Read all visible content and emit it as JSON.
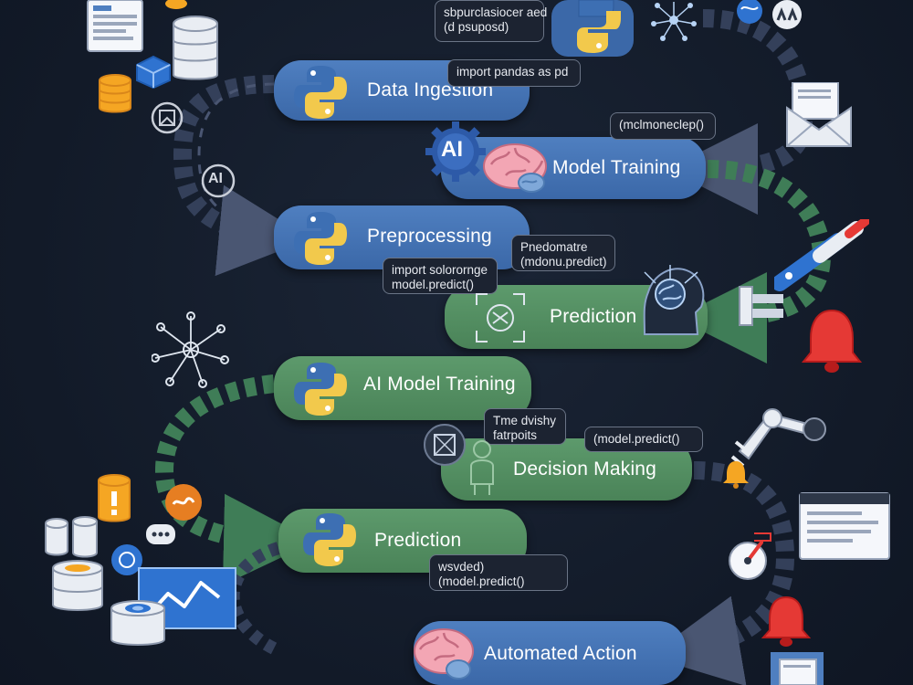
{
  "stages": [
    {
      "id": "data-ingestion",
      "label": "Data Ingestion",
      "color": "blue"
    },
    {
      "id": "model-training",
      "label": "Model Training",
      "color": "blue"
    },
    {
      "id": "preprocessing",
      "label": "Preprocessing",
      "color": "blue"
    },
    {
      "id": "prediction-1",
      "label": "Prediction",
      "color": "green"
    },
    {
      "id": "ai-model-training",
      "label": "AI Model Training",
      "color": "green"
    },
    {
      "id": "decision-making",
      "label": "Decision Making",
      "color": "green"
    },
    {
      "id": "prediction-2",
      "label": "Prediction",
      "color": "green"
    },
    {
      "id": "automated-action",
      "label": "Automated Action",
      "color": "blue"
    }
  ],
  "code_snippets": {
    "top": [
      "sbpurclasiocer aed",
      "(d psuposd)"
    ],
    "ingestion": [
      "import pandas as pd"
    ],
    "training": [
      "(mclmoneclep()"
    ],
    "preprocessing": [
      "import solorornge",
      "model.predict()"
    ],
    "predict_note": [
      "Pnedomatre",
      "(mdonu.predict)"
    ],
    "ai_training": [
      "Tme dvishy",
      "fatrpoits"
    ],
    "decision": [
      "(model.predict()"
    ],
    "prediction2": [
      "wsvded)",
      "(model.predict()"
    ]
  },
  "badges": {
    "ai_gear": "AI",
    "ai_ring": "AI"
  },
  "colors": {
    "background": "#141c2b",
    "blue_pill": "#3f6dae",
    "green_pill": "#4f8a5d",
    "flow_dark": "#34405a",
    "flow_green": "#3f7d57",
    "python_blue": "#3d6fb3",
    "python_yellow": "#f2c94c",
    "alert_red": "#e53935"
  },
  "icons": [
    "document-icon",
    "database-icon",
    "server-stack-icon",
    "python-logo-icon",
    "neural-network-icon",
    "brain-icon",
    "envelope-icon",
    "laser-pointer-icon",
    "alarm-bell-icon",
    "robotic-arm-icon",
    "browser-window-icon",
    "gauge-icon",
    "line-chart-icon",
    "chat-bubble-icon",
    "warning-cylinder-icon",
    "ai-chip-icon"
  ]
}
